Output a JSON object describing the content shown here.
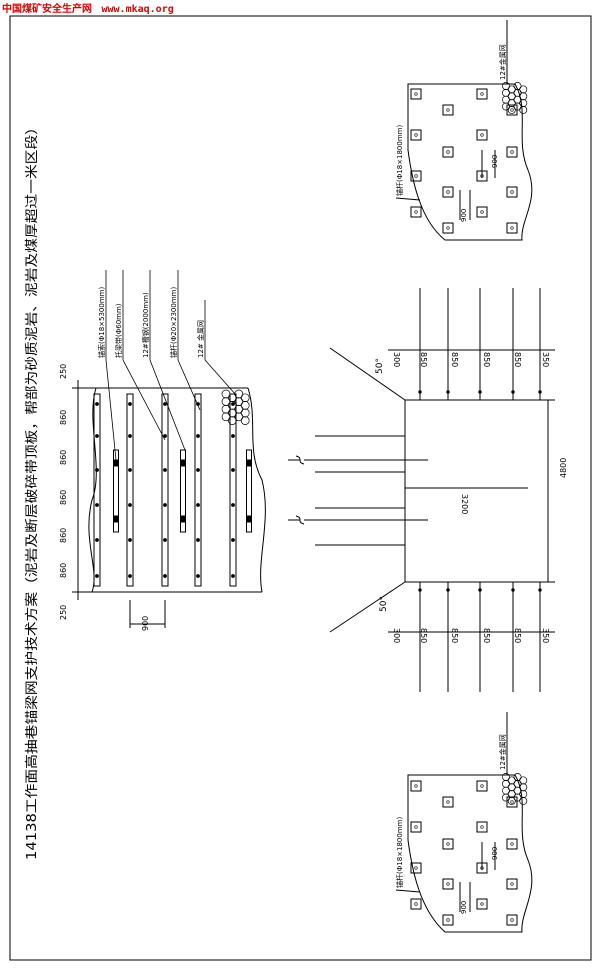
{
  "watermark": {
    "site_name": "中国煤矿安全生产网",
    "url": "www.mkaq.org"
  },
  "title": "14138工作面高抽巷锚梁网支护技术方案（泥岩及断层破碎带顶板，帮部为砂质泥岩、泥岩及煤厚超过一米区段）",
  "left_view": {
    "callouts": [
      "锚索(Φ18×5300mm)",
      "托梁带(Φ60mm)",
      "12#槽钢(2000mm)",
      "锚杆(Φ20×2300mm)",
      "12# 金属网"
    ],
    "spacings": [
      "250",
      "860",
      "860",
      "860",
      "860",
      "860",
      "250"
    ],
    "bottom_dim": "900"
  },
  "middle_view": {
    "angle_top": "50°",
    "angle_bottom": "50°",
    "width_dim": "3200",
    "height_dim": "4800",
    "spacings_top": [
      "300",
      "850",
      "850",
      "850",
      "850",
      "350"
    ],
    "spacings_bottom": [
      "300",
      "850",
      "850",
      "850",
      "850",
      "350"
    ]
  },
  "right_top_view": {
    "mesh_label": "12#金属网",
    "bolt_label": "锚杆(Φ18×1800mm)",
    "dim_a": "900",
    "dim_b": "900"
  },
  "right_bottom_view": {
    "mesh_label": "12#金属网",
    "bolt_label": "锚杆(Φ18×1800mm)",
    "dim_a": "900",
    "dim_b": "900"
  }
}
